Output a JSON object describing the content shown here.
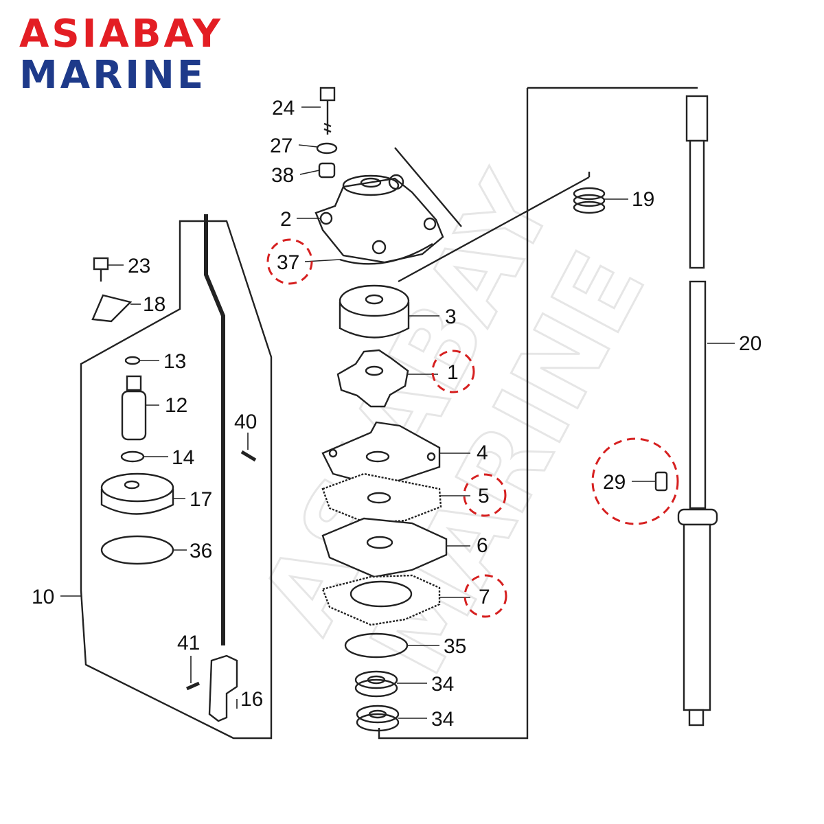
{
  "brand": {
    "line1": "ASIABAY",
    "line2": "MARINE",
    "watermark": "ASIABAY MARINE",
    "color_primary": "#e31e24",
    "color_secondary": "#1e3a8a"
  },
  "highlight_color": "#d62020",
  "callouts": [
    {
      "label": "24",
      "part": "bolt"
    },
    {
      "label": "27",
      "part": "washer"
    },
    {
      "label": "38",
      "part": "collar"
    },
    {
      "label": "2",
      "part": "pump-housing"
    },
    {
      "label": "37",
      "part": "housing-gasket",
      "highlighted": true
    },
    {
      "label": "3",
      "part": "impeller-liner"
    },
    {
      "label": "1",
      "part": "impeller",
      "highlighted": true
    },
    {
      "label": "4",
      "part": "plate"
    },
    {
      "label": "5",
      "part": "gasket",
      "highlighted": true
    },
    {
      "label": "6",
      "part": "case"
    },
    {
      "label": "7",
      "part": "gasket",
      "highlighted": true
    },
    {
      "label": "35",
      "part": "o-ring"
    },
    {
      "label": "34",
      "part": "oil-seal"
    },
    {
      "label": "34",
      "part": "oil-seal"
    },
    {
      "label": "19",
      "part": "spring"
    },
    {
      "label": "20",
      "part": "vertical-shaft"
    },
    {
      "label": "29",
      "part": "key",
      "highlighted": true
    },
    {
      "label": "23",
      "part": "bolt"
    },
    {
      "label": "18",
      "part": "bracket"
    },
    {
      "label": "13",
      "part": "washer"
    },
    {
      "label": "12",
      "part": "boot"
    },
    {
      "label": "14",
      "part": "washer"
    },
    {
      "label": "17",
      "part": "holder"
    },
    {
      "label": "36",
      "part": "o-ring"
    },
    {
      "label": "10",
      "part": "shift-rod-assembly"
    },
    {
      "label": "40",
      "part": "pin"
    },
    {
      "label": "41",
      "part": "pin"
    },
    {
      "label": "16",
      "part": "shift-cam"
    }
  ]
}
